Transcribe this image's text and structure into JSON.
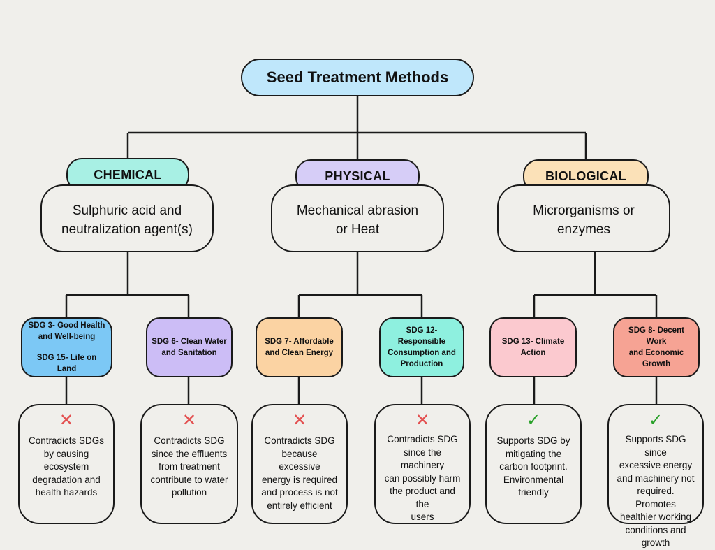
{
  "title": "Seed Treatment Methods",
  "colors": {
    "title_bg": "#bfe7fb",
    "chemical_bg": "#a8f0e4",
    "physical_bg": "#d6cdf7",
    "biological_bg": "#fbe1b8",
    "line": "#1a1a1a",
    "cross": "#e35050",
    "tick": "#2aa12a"
  },
  "categories": [
    {
      "label": "CHEMICAL",
      "method": "Sulphuric acid and\nneutralization agent(s)"
    },
    {
      "label": "PHYSICAL",
      "method": "Mechanical abrasion\nor Heat"
    },
    {
      "label": "BIOLOGICAL",
      "method": "Microrganisms or\nenzymes"
    }
  ],
  "sdgs": [
    {
      "line1": "SDG 3- Good Health\nand Well-being",
      "line2": "SDG 15- Life on Land",
      "color": "#7cc8f5",
      "icon": "cross-icon",
      "mark": "✕",
      "outcome": "Contradicts SDGs\nby causing\necosystem\ndegradation and\nhealth hazards"
    },
    {
      "line1": "SDG 6- Clean Water\nand Sanitation",
      "line2": "",
      "color": "#ccbdf6",
      "icon": "cross-icon",
      "mark": "✕",
      "outcome": "Contradicts SDG\nsince the effluents\nfrom treatment\ncontribute to water\npollution"
    },
    {
      "line1": "SDG 7- Affordable\nand Clean Energy",
      "line2": "",
      "color": "#fbd3a3",
      "icon": "cross-icon",
      "mark": "✕",
      "outcome": "Contradicts SDG\nbecause excessive\nenergy is required\nand process is not\nentirely efficient"
    },
    {
      "line1": "SDG 12- Responsible\nConsumption and\nProduction",
      "line2": "",
      "color": "#8ef0df",
      "icon": "cross-icon",
      "mark": "✕",
      "outcome": "Contradicts SDG\nsince the machinery\ncan possibly harm\nthe product and the\nusers"
    },
    {
      "line1": "SDG 13- Climate\nAction",
      "line2": "",
      "color": "#fbc9cf",
      "icon": "check-icon",
      "mark": "✓",
      "outcome": "Supports SDG by\nmitigating the\ncarbon footprint.\nEnvironmental\nfriendly"
    },
    {
      "line1": "SDG 8- Decent Work\nand Economic\nGrowth",
      "line2": "",
      "color": "#f6a394",
      "icon": "check-icon",
      "mark": "✓",
      "outcome": "Supports SDG since\nexcessive energy\nand machinery not\nrequired.  Promotes\nhealthier working\nconditions and\ngrowth"
    }
  ]
}
